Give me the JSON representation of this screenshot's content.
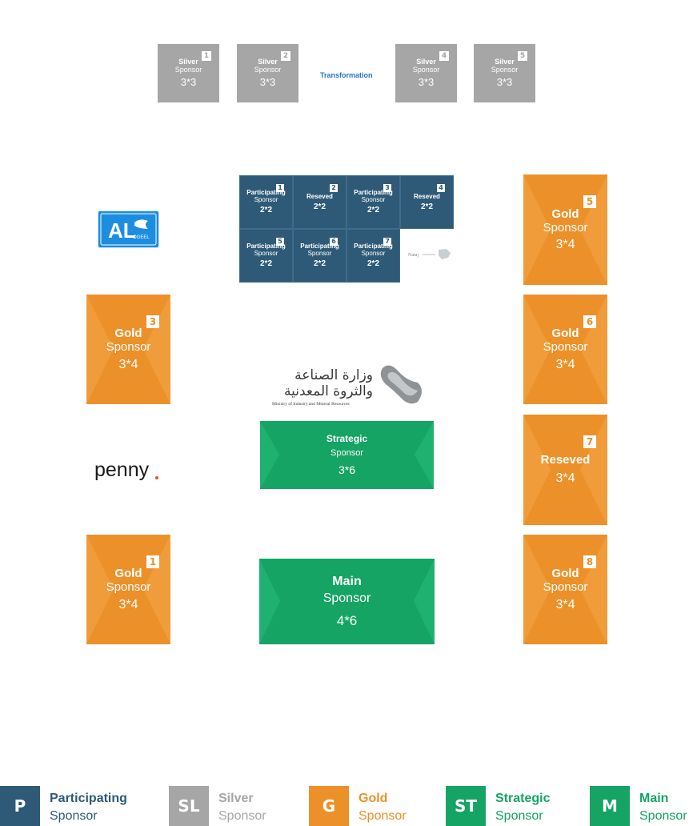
{
  "silver_booths": [
    {
      "line1": "Silver",
      "line2": "Sponsor",
      "size": "3*3",
      "num": "1"
    },
    {
      "line1": "Silver",
      "line2": "Sponsor",
      "size": "3*3",
      "num": "2"
    },
    {
      "line1": "Silver",
      "line2": "Sponsor",
      "size": "3*3",
      "num": "4"
    },
    {
      "line1": "Silver",
      "line2": "Sponsor",
      "size": "3*3",
      "num": "5"
    }
  ],
  "transformation_logo": "TransformationX",
  "participating_booths": [
    {
      "line1": "Participating",
      "line2": "Sponsor",
      "size": "2*2",
      "num": "1"
    },
    {
      "line1": "Reseved",
      "line2": "",
      "size": "2*2",
      "num": "2"
    },
    {
      "line1": "Participating",
      "line2": "Sponsor",
      "size": "2*2",
      "num": "3"
    },
    {
      "line1": "Reseved",
      "line2": "",
      "size": "2*2",
      "num": "4"
    },
    {
      "line1": "Participating",
      "line2": "Sponsor",
      "size": "2*2",
      "num": "5"
    },
    {
      "line1": "Participating",
      "line2": "Sponsor",
      "size": "2*2",
      "num": "6"
    },
    {
      "line1": "Participating",
      "line2": "Sponsor",
      "size": "2*2",
      "num": "7"
    }
  ],
  "nataj_logo": "Nataj",
  "alogeel_logo": {
    "big": "AL",
    "small": "OGEEL"
  },
  "penny_logo": "penny",
  "ministry_logo": {
    "arabic_1": "وزارة الصناعة",
    "arabic_2": "والثروة المعدنية",
    "english": "Ministry of Industry and Mineral Resources"
  },
  "gold_booths": {
    "g3": {
      "line1": "Gold",
      "line2": "Sponsor",
      "size": "3*4",
      "num": "3"
    },
    "g1": {
      "line1": "Gold",
      "line2": "Sponsor",
      "size": "3*4",
      "num": "1"
    },
    "g5": {
      "line1": "Gold",
      "line2": "Sponsor",
      "size": "3*4",
      "num": "5"
    },
    "g6": {
      "line1": "Gold",
      "line2": "Sponsor",
      "size": "3*4",
      "num": "6"
    },
    "g7": {
      "line1": "Reseved",
      "size": "3*4",
      "num": "7"
    },
    "g8": {
      "line1": "Gold",
      "line2": "Sponsor",
      "size": "3*4",
      "num": "8"
    }
  },
  "strategic_booth": {
    "line1": "Strategic",
    "line2": "Sponsor",
    "size": "3*6"
  },
  "main_booth": {
    "line1": "Main",
    "line2": "Sponsor",
    "size": "4*6"
  },
  "legend": [
    {
      "code": "P",
      "line1": "Participating",
      "line2": "Sponsor",
      "color": "#2e5a78"
    },
    {
      "code": "SL",
      "line1": "Silver",
      "line2": "Sponsor",
      "color": "#a6a6a6"
    },
    {
      "code": "G",
      "line1": "Gold",
      "line2": "Sponsor",
      "color": "#ec9129"
    },
    {
      "code": "ST",
      "line1": "Strategic",
      "line2": "Sponsor",
      "color": "#15a464"
    },
    {
      "code": "M",
      "line1": "Main",
      "line2": "Sponsor",
      "color": "#15a464"
    }
  ],
  "colors": {
    "participating": "#2e5a78",
    "silver": "#a6a6a6",
    "gold": "#ec9129",
    "green": "#15a464"
  }
}
